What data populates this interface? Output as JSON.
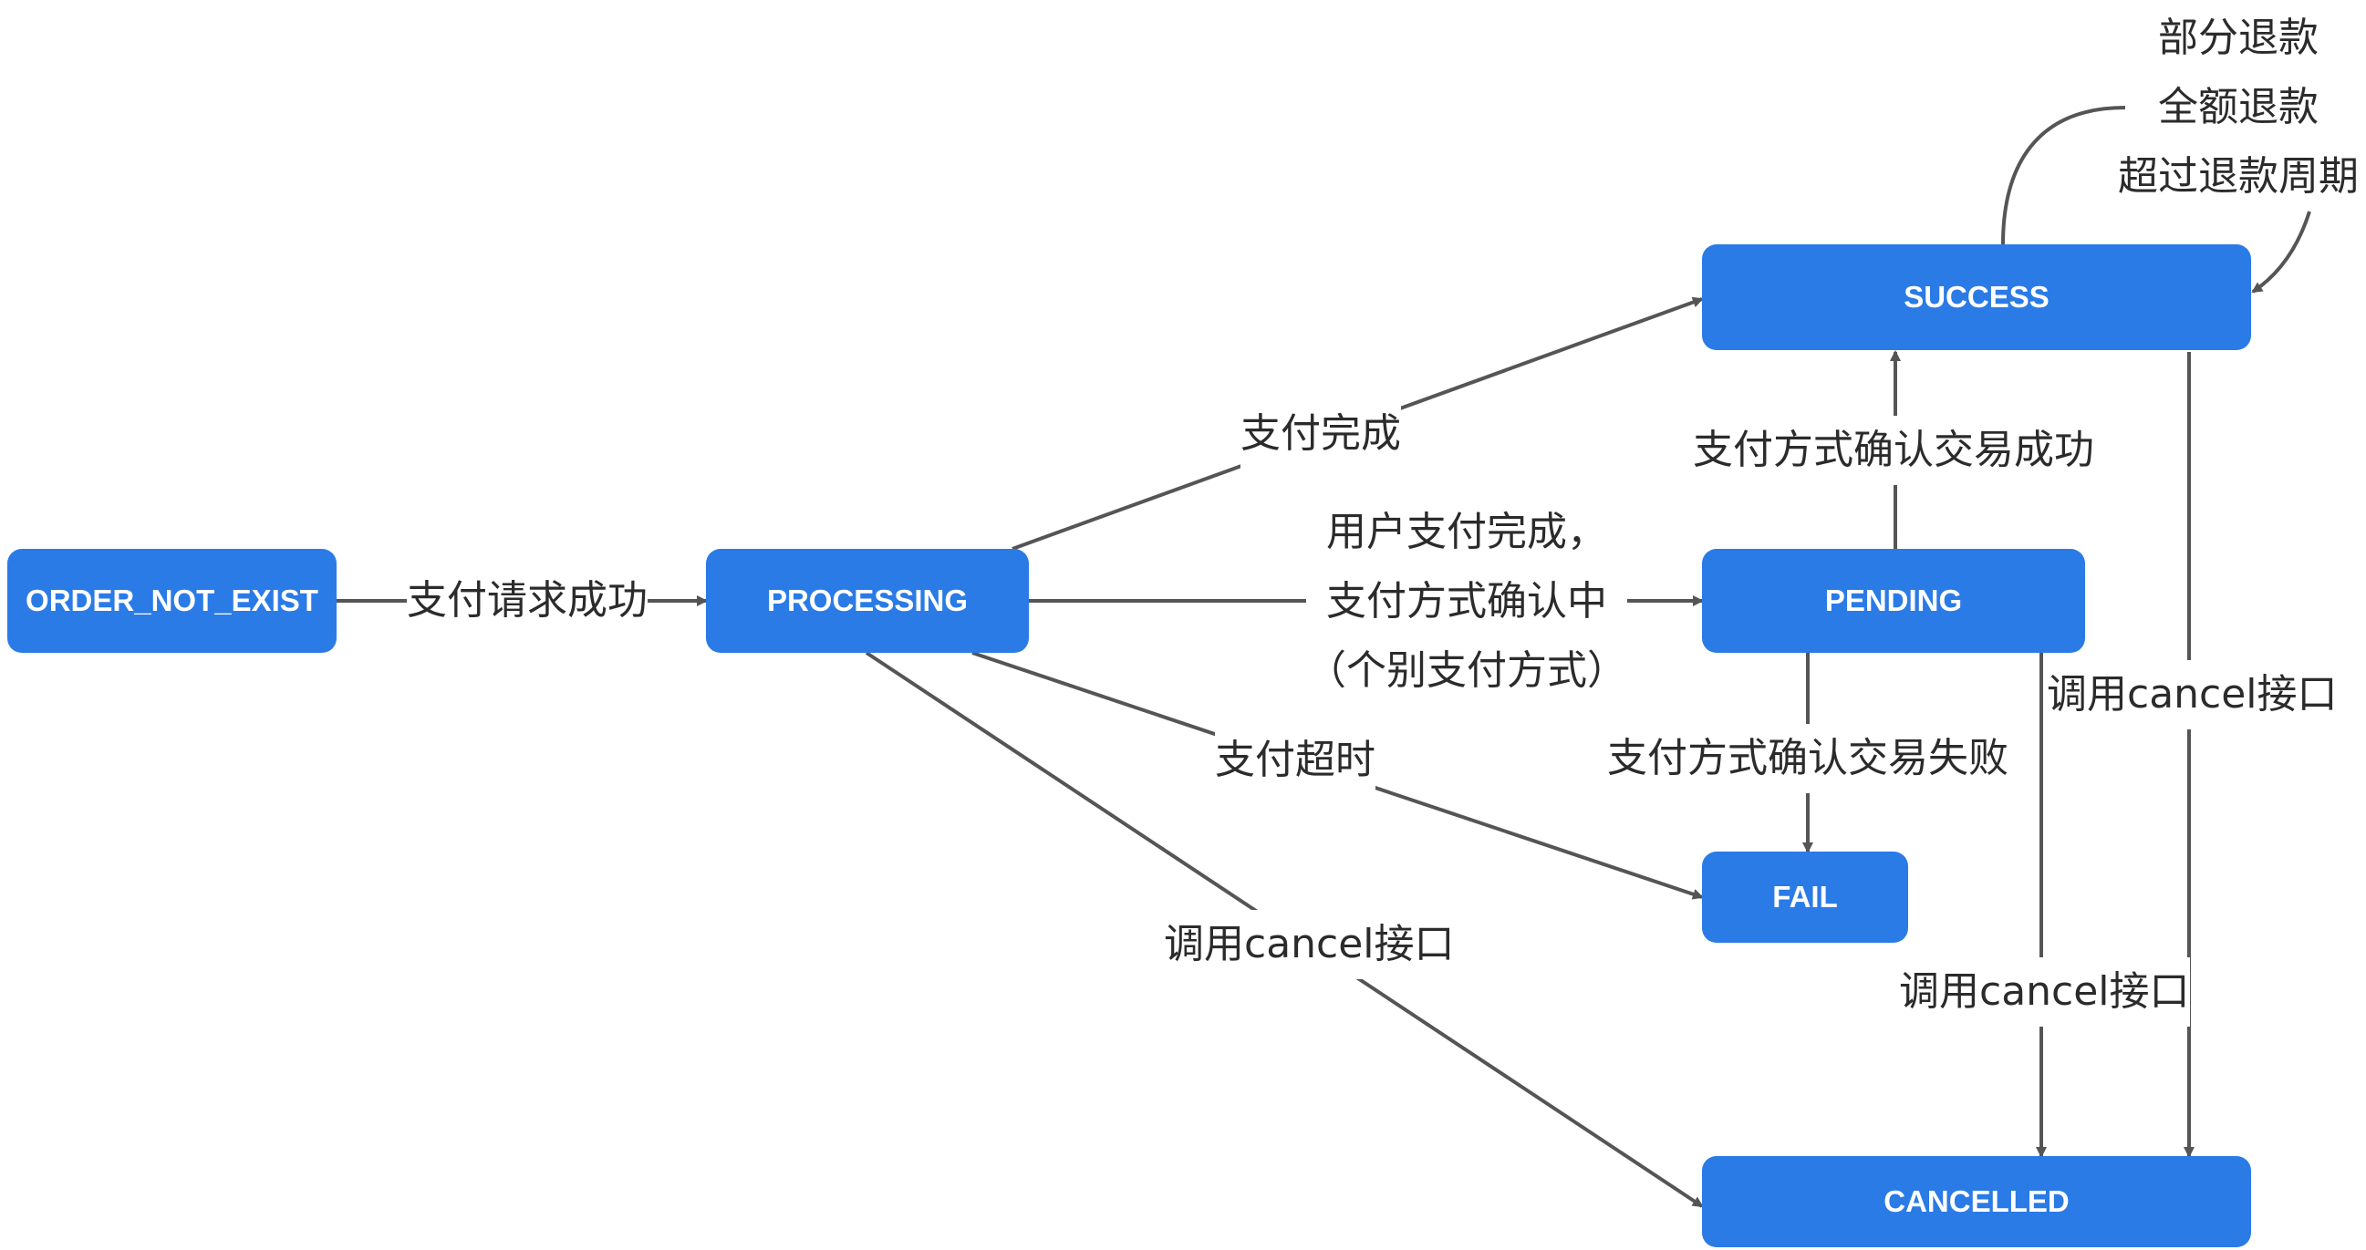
{
  "colors": {
    "node_fill": "#2a7be6",
    "node_text": "#ffffff",
    "edge": "#555555",
    "label_text": "#2b2b2b"
  },
  "nodes": {
    "order_not_exist": "ORDER_NOT_EXIST",
    "processing": "PROCESSING",
    "success": "SUCCESS",
    "pending": "PENDING",
    "fail": "FAIL",
    "cancelled": "CANCELLED"
  },
  "edges": {
    "request_success": "支付请求成功",
    "pay_complete": "支付完成",
    "user_paid_pending": [
      "用户支付完成，",
      "支付方式确认中",
      "（个别支付方式）"
    ],
    "confirm_success": "支付方式确认交易成功",
    "confirm_fail": "支付方式确认交易失败",
    "pay_timeout": "支付超时",
    "cancel_from_processing": "调用cancel接口",
    "cancel_from_pending": "调用cancel接口",
    "cancel_from_success": "调用cancel接口",
    "success_self_loop": [
      "部分退款",
      "全额退款",
      "超过退款周期"
    ]
  }
}
